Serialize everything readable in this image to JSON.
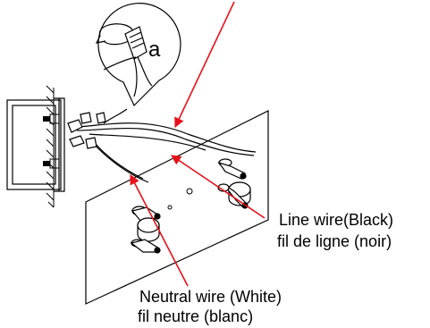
{
  "callout": {
    "letter": "a"
  },
  "labels": {
    "line_wire_en": "Line wire(Black)",
    "line_wire_fr": "fil de ligne (noir)",
    "neutral_wire_en": "Neutral wire (White)",
    "neutral_wire_fr": "fil neutre (blanc)"
  },
  "colors": {
    "pointer": "#e8101a",
    "line": "#000000",
    "background": "#ffffff"
  }
}
